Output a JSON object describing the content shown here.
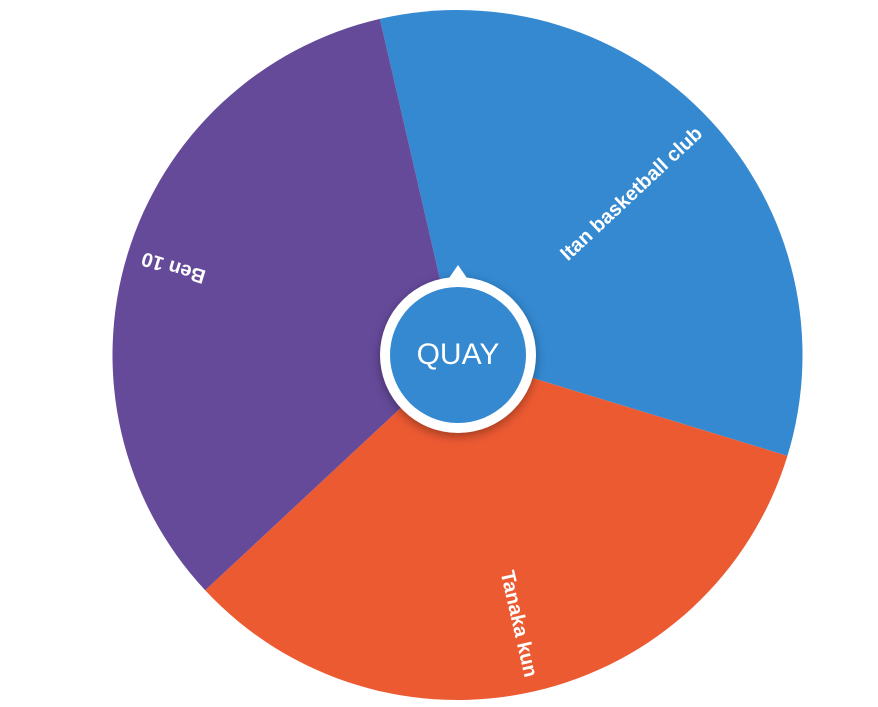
{
  "wheel": {
    "start_bearing_deg": -13,
    "segments": [
      {
        "label": "Itan basketball club",
        "color": "#3489d1"
      },
      {
        "label": "Tanaka kun",
        "color": "#ec5a32"
      },
      {
        "label": "Ben 10",
        "color": "#654a9a"
      }
    ]
  },
  "spin_button": {
    "label": "QUAY",
    "color": "#3489d1"
  }
}
